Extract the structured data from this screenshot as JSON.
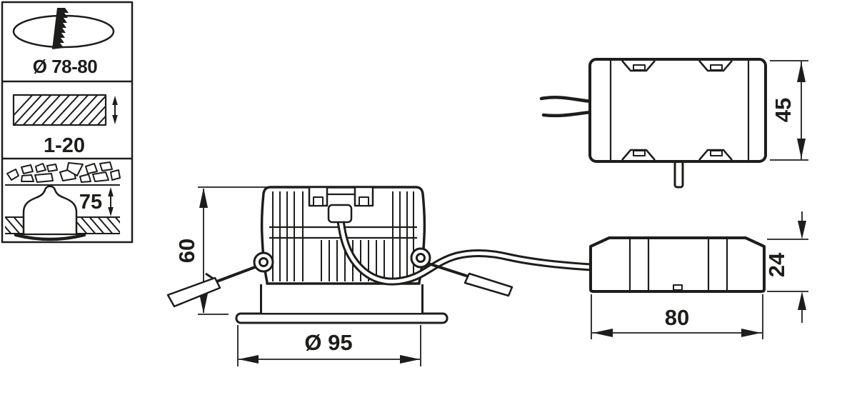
{
  "colors": {
    "line": "#1d1d1b",
    "background": "#ffffff"
  },
  "legend": {
    "cutout": {
      "icon": "hole-saw-cutout-icon",
      "label": "Ø 78-80"
    },
    "ceiling_thickness": {
      "icon": "ceiling-thickness-icon",
      "label": "1-20"
    },
    "recess_clearance": {
      "icon": "insulation-clearance-icon",
      "label": "75"
    }
  },
  "spotlight": {
    "height": "60",
    "flange_diameter": "Ø 95"
  },
  "driver": {
    "width": "45",
    "height": "24",
    "length": "80"
  }
}
